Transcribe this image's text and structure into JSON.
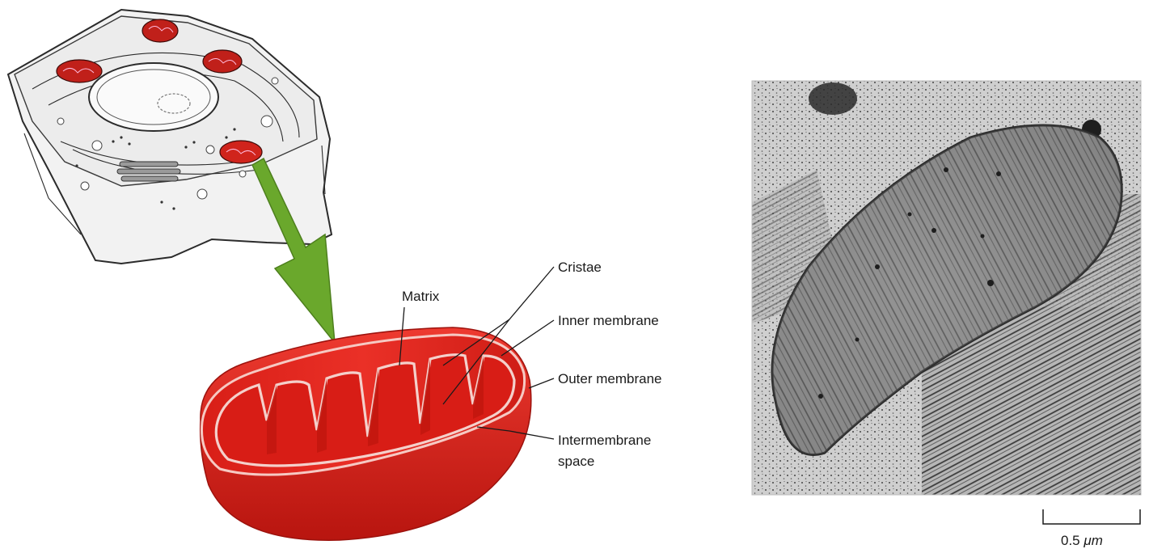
{
  "labels": {
    "cristae": "Cristae",
    "matrix": "Matrix",
    "inner_membrane": "Inner membrane",
    "outer_membrane": "Outer membrane",
    "intermembrane_line1": "Intermembrane",
    "intermembrane_line2": "space"
  },
  "scale_bar": {
    "value": "0.5",
    "unit": "μm"
  },
  "colors": {
    "mitochondrion_red": "#e0261f",
    "mitochondrion_dark": "#a8140f",
    "arrow_green": "#6aa82c"
  }
}
